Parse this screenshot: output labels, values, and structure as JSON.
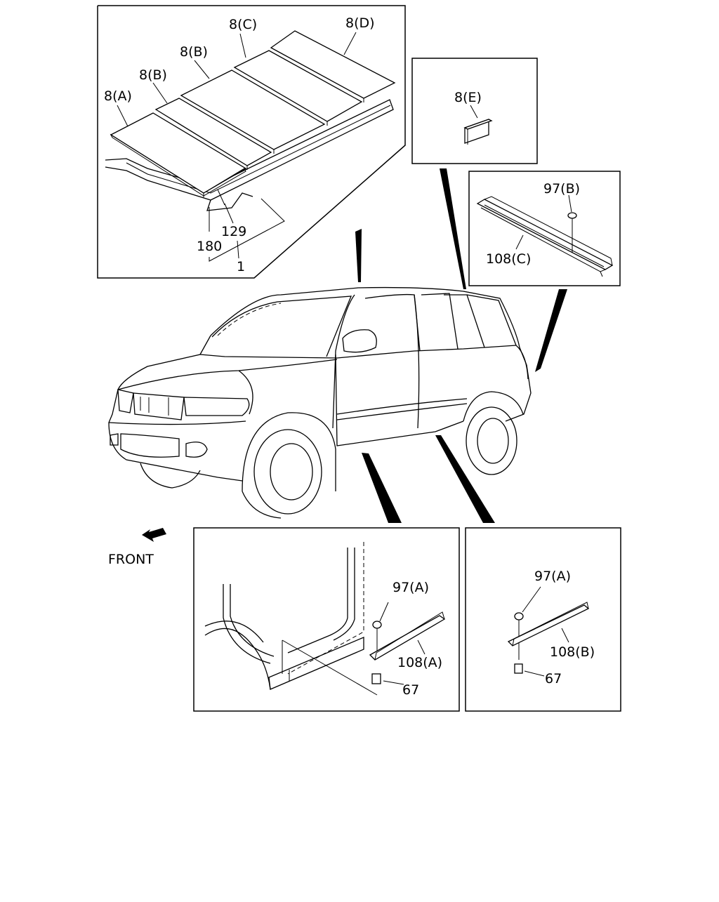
{
  "diagram": {
    "labels": {
      "a": "8(A)",
      "b1": "8(B)",
      "b2": "8(B)",
      "c": "8(C)",
      "d": "8(D)",
      "e": "8(E)",
      "p129": "129",
      "p180": "180",
      "p1": "1",
      "p97b": "97(B)",
      "p108c": "108(C)",
      "p97a1": "97(A)",
      "p108a": "108(A)",
      "p67a": "67",
      "p97a2": "97(A)",
      "p108b": "108(B)",
      "p67b": "67",
      "front": "FRONT"
    },
    "icons": {
      "front_arrow": "arrow-front-icon"
    }
  }
}
